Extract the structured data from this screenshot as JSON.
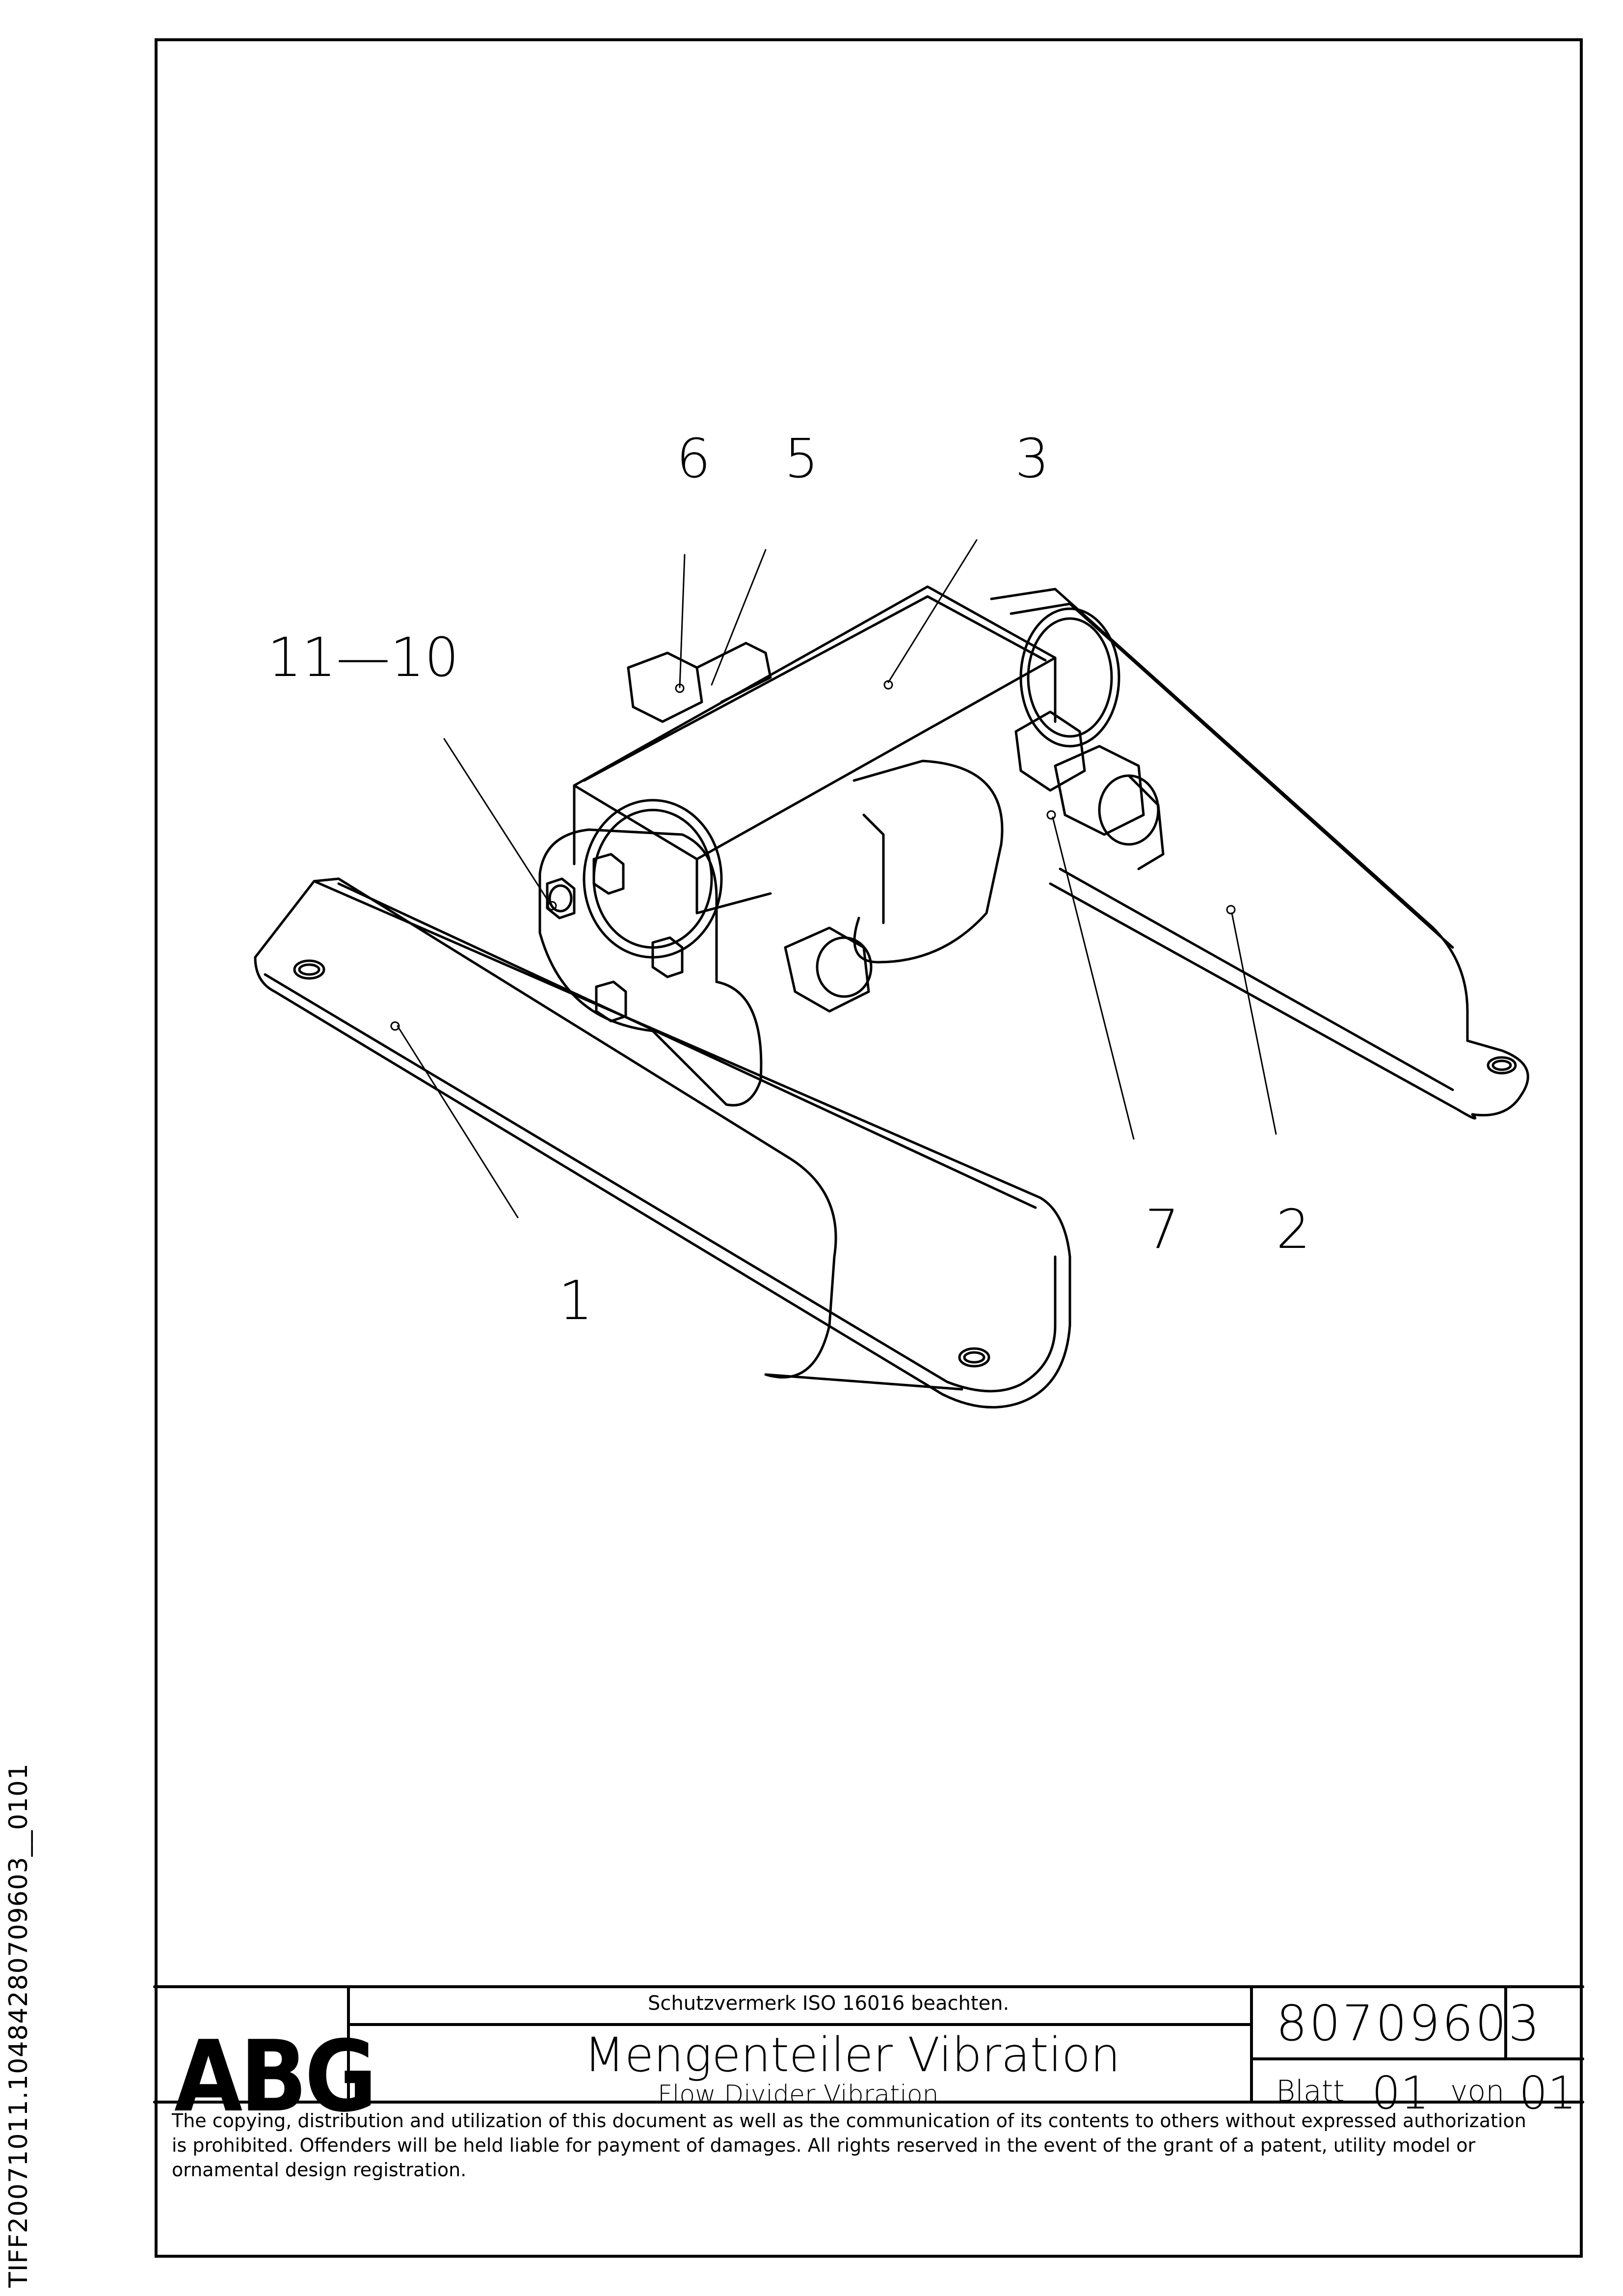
{
  "side_id": "TIFF20071011.10484280709603__0101",
  "callouts": {
    "c6": "6",
    "c5": "5",
    "c3": "3",
    "c1110": "11—10",
    "c7": "7",
    "c2": "2",
    "c1": "1"
  },
  "title_block": {
    "logo": "ABG",
    "protection_note": "Schutzvermerk ISO 16016 beachten.",
    "title_de": "Mengenteiler Vibration",
    "title_en": "Flow Divider Vibration",
    "part_number": "80709603",
    "sheet_label": "Blatt",
    "sheet_number": "01",
    "of_label": "von",
    "sheet_total": "01"
  },
  "copyright": {
    "line1": "The copying, distribution and utilization of this document as well as the communication of its contents to others without expressed authorization",
    "line2": "is prohibited. Offenders will be held liable for payment of damages. All rights reserved in the event of the grant of a patent, utility model or",
    "line3": "ornamental design registration."
  }
}
